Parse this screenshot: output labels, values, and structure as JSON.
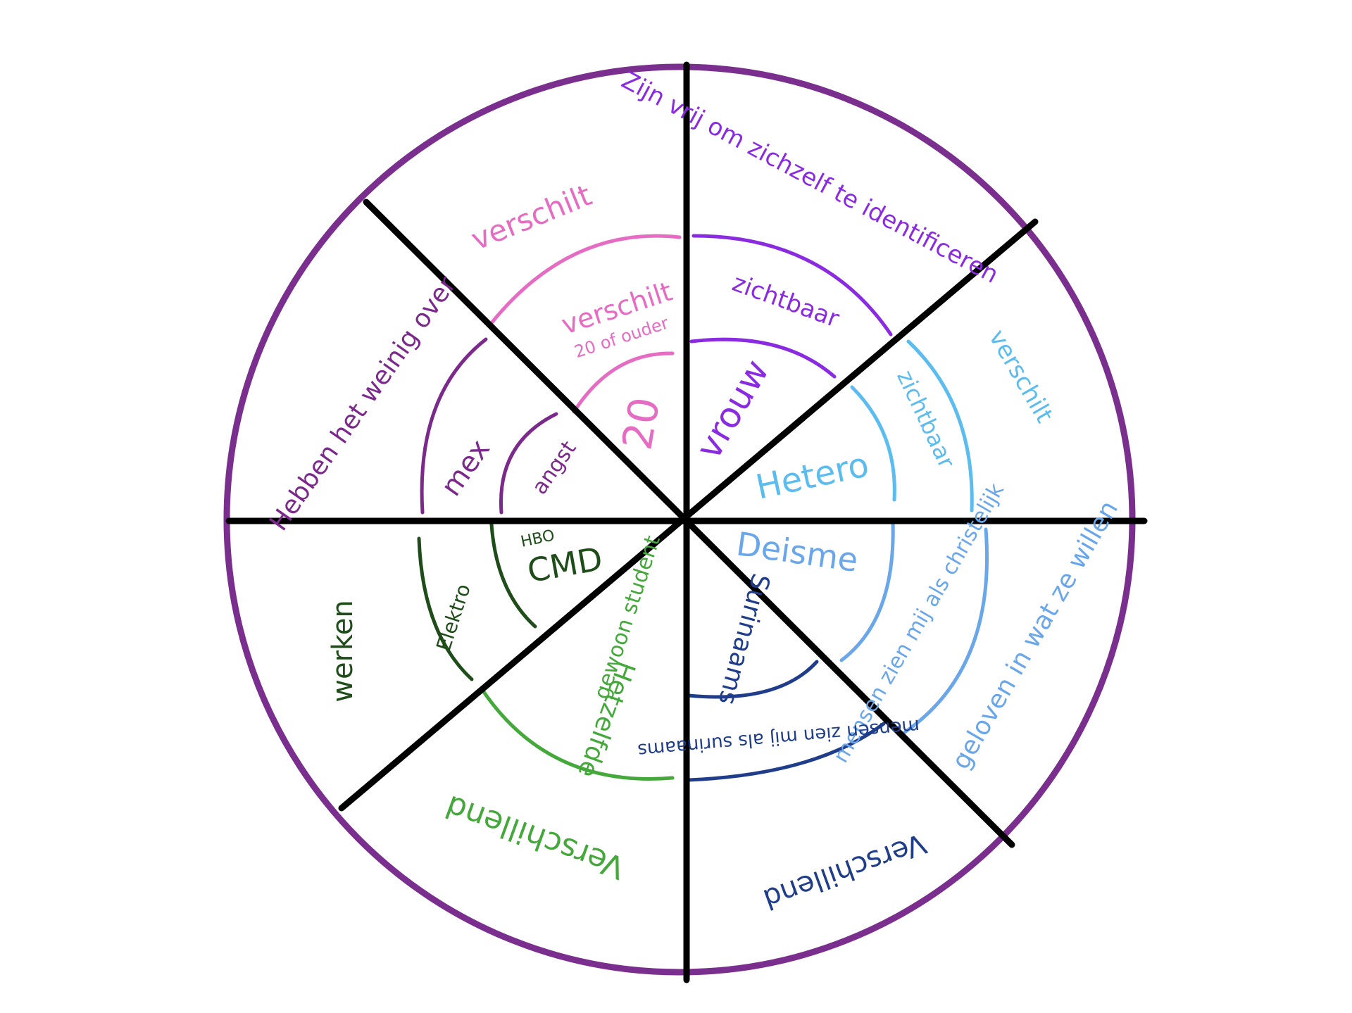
{
  "colors": {
    "outer_circle": "#7a2e8e",
    "spokes": "#000000",
    "pink": "#e56bc3",
    "violet": "#8a2be2",
    "light_blue": "#5bbcef",
    "blue": "#6aa6ea",
    "dark_blue": "#1f3d8a",
    "light_green": "#44a83a",
    "dark_green": "#1f4d19",
    "purple": "#7b2a8c"
  },
  "segments": {
    "age": {
      "outer": "verschilt",
      "middle": "verschilt",
      "middle_sub": "20 of ouder",
      "inner": "20"
    },
    "gender": {
      "outer": "Zijn vrij om zichzelf te identificeren",
      "middle": "zichtbaar",
      "inner": "vrouw"
    },
    "sexuality": {
      "outer": "verschilt",
      "middle": "zichtbaar",
      "inner": "Hetero"
    },
    "religion": {
      "outer": "geloven in wat ze willen",
      "middle": "mensen zien mij als christelijk",
      "inner": "Deisme"
    },
    "social_class": {
      "outer": "Verschillend",
      "middle": "mensen zien mij als surinaams",
      "inner": "Surinaams"
    },
    "occupation": {
      "outer": "Verschillend",
      "middle": "Hetzelfde",
      "inner": "gewoon student"
    },
    "education": {
      "outer": "werken",
      "middle": "Elektro",
      "inner": "CMD",
      "inner_sub": "HBO"
    },
    "health": {
      "outer": "Hebben het weinig over",
      "middle": "mex",
      "inner": "angst"
    }
  }
}
